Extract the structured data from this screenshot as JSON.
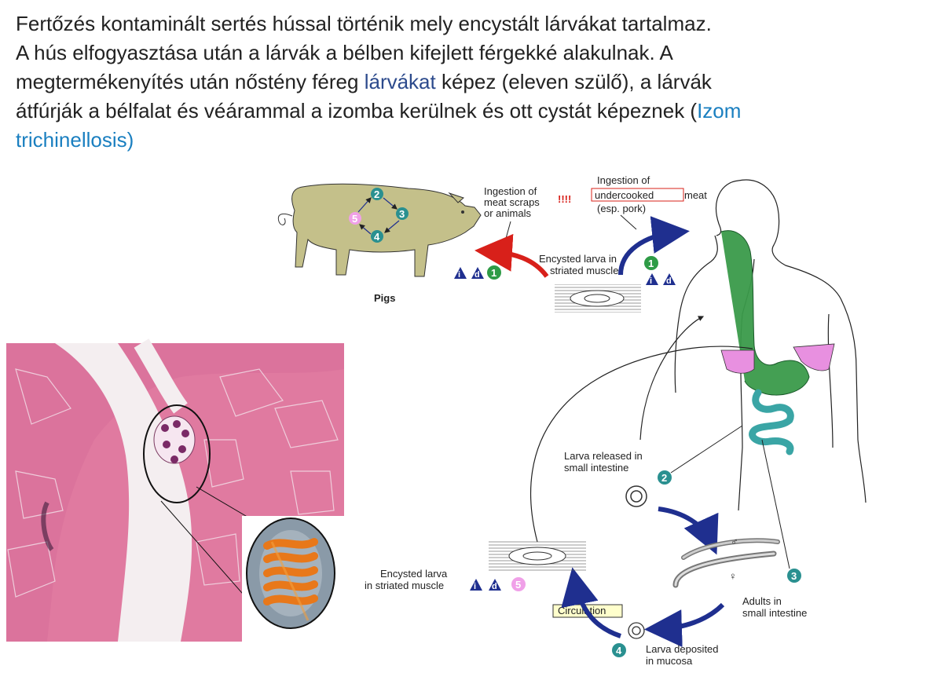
{
  "intro": {
    "line1": "Fertőzés kontaminált sertés hússal történik mely encystált lárvákat tartalmaz.",
    "line2": "A hús elfogyasztása után a lárvák a bélben kifejlett férgekké alakulnak. A",
    "line3_a": "megtermékenyítés után nőstény féreg ",
    "line3_link": "lárvákat",
    "line3_b": " képez (eleven szülő), a lárvák",
    "line4_a": "átfúrják a bélfalat és véárammal a izomba kerülnek és ott cystát képeznek (",
    "line4_link": "Izom",
    "line5_link": "trichinellosis",
    "line5_b": ")"
  },
  "diagram": {
    "pigs_label": "Pigs",
    "ingestion_scraps": [
      "Ingestion of",
      "meat scraps",
      "or animals"
    ],
    "warning_marks": "!!!!",
    "ingestion_undercooked": [
      "Ingestion of",
      "undercooked",
      "meat",
      "(esp. pork)"
    ],
    "encysted_top": [
      "Encysted larva in",
      "striated muscle"
    ],
    "larva_released": [
      "Larva released in",
      "small intestine"
    ],
    "encysted_bottom": [
      "Encysted larva",
      "in striated muscle"
    ],
    "circulation": "Circulation",
    "larva_deposited": [
      "Larva deposited",
      "in mucosa"
    ],
    "adults": [
      "Adults in",
      "small intestine"
    ],
    "male_symbol": "♂",
    "female_symbol": "♀",
    "tri_i": "i",
    "tri_d": "d",
    "steps": [
      "1",
      "2",
      "3",
      "4",
      "5"
    ],
    "colors": {
      "pig": "#c4c08a",
      "human_gut": "#3a9a4a",
      "intestine": "#3aa5a5",
      "stomach_pink": "#e890e0",
      "arrow_blue": "#1f2f8f",
      "arrow_red": "#d8201a",
      "step_green": "#2e9b46",
      "step_teal": "#2a9090",
      "step_pink": "#f0a0e8",
      "tri_blue": "#1f2f8f"
    }
  }
}
